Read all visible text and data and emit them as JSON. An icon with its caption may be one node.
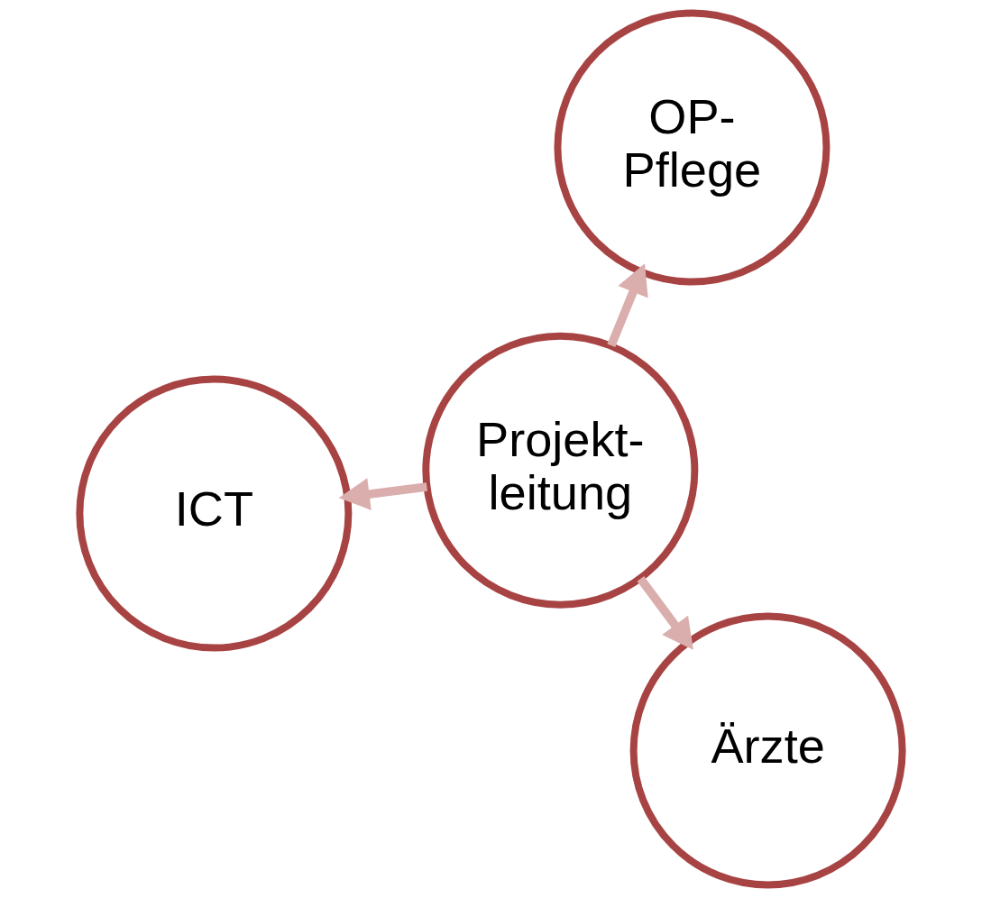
{
  "diagram": {
    "nodes": [
      {
        "text": [
          "ICT"
        ]
      },
      {
        "text": [
          "Projekt- leitung"
        ]
      },
      {
        "text": [
          "Ärzte"
        ]
      },
      {
        "text": [
          "OP- Pflege"
        ]
      }
    ],
    "edges": [
      {
        "from": 1,
        "to": 0,
        "arrow": "to"
      },
      {
        "from": 1,
        "to": 2,
        "arrow": "to"
      },
      {
        "from": 1,
        "to": 3,
        "arrow": "to"
      }
    ]
  }
}
